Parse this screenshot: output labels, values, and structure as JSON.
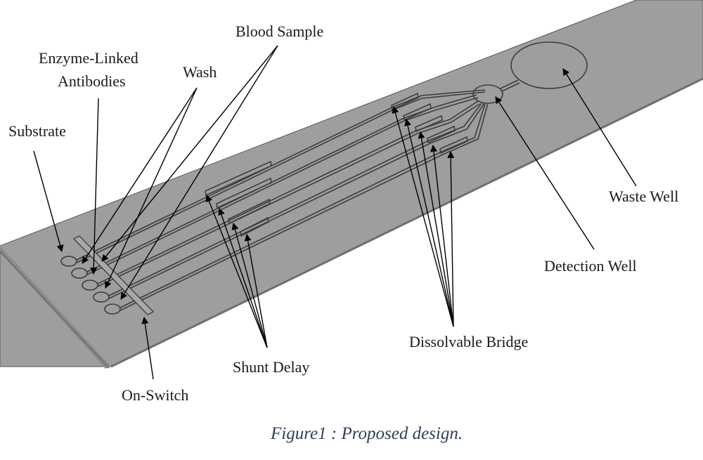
{
  "figure": {
    "caption": "Figure1 : Proposed design.",
    "colors": {
      "chip": "#9e9e9e",
      "chip_edge": "#6f6f6f",
      "channel": "#3d3d3d",
      "caption": "#2e3f5c",
      "label": "#1a1a1a"
    }
  },
  "labels": {
    "blood_sample": "Blood Sample",
    "enzyme_linked_1": "Enzyme-Linked",
    "enzyme_linked_2": "Antibodies",
    "wash": "Wash",
    "substrate": "Substrate",
    "waste_well": "Waste Well",
    "detection_well": "Detection Well",
    "dissolvable_bridge": "Dissolvable Bridge",
    "shunt_delay": "Shunt Delay",
    "on_switch": "On-Switch"
  }
}
